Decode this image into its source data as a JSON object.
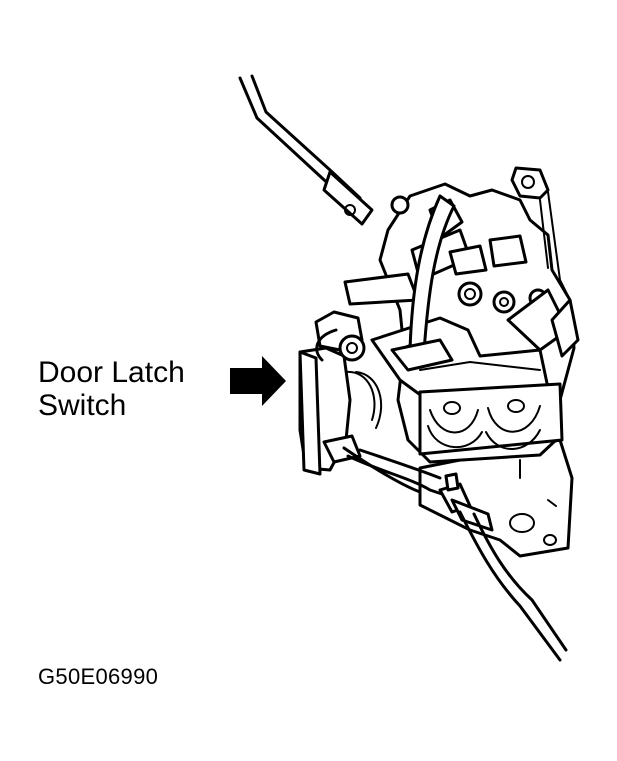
{
  "callout": {
    "line1": "Door Latch",
    "line2": "Switch"
  },
  "figure_code": "G50E06990",
  "icons": {
    "arrow": "right-arrow-icon"
  }
}
